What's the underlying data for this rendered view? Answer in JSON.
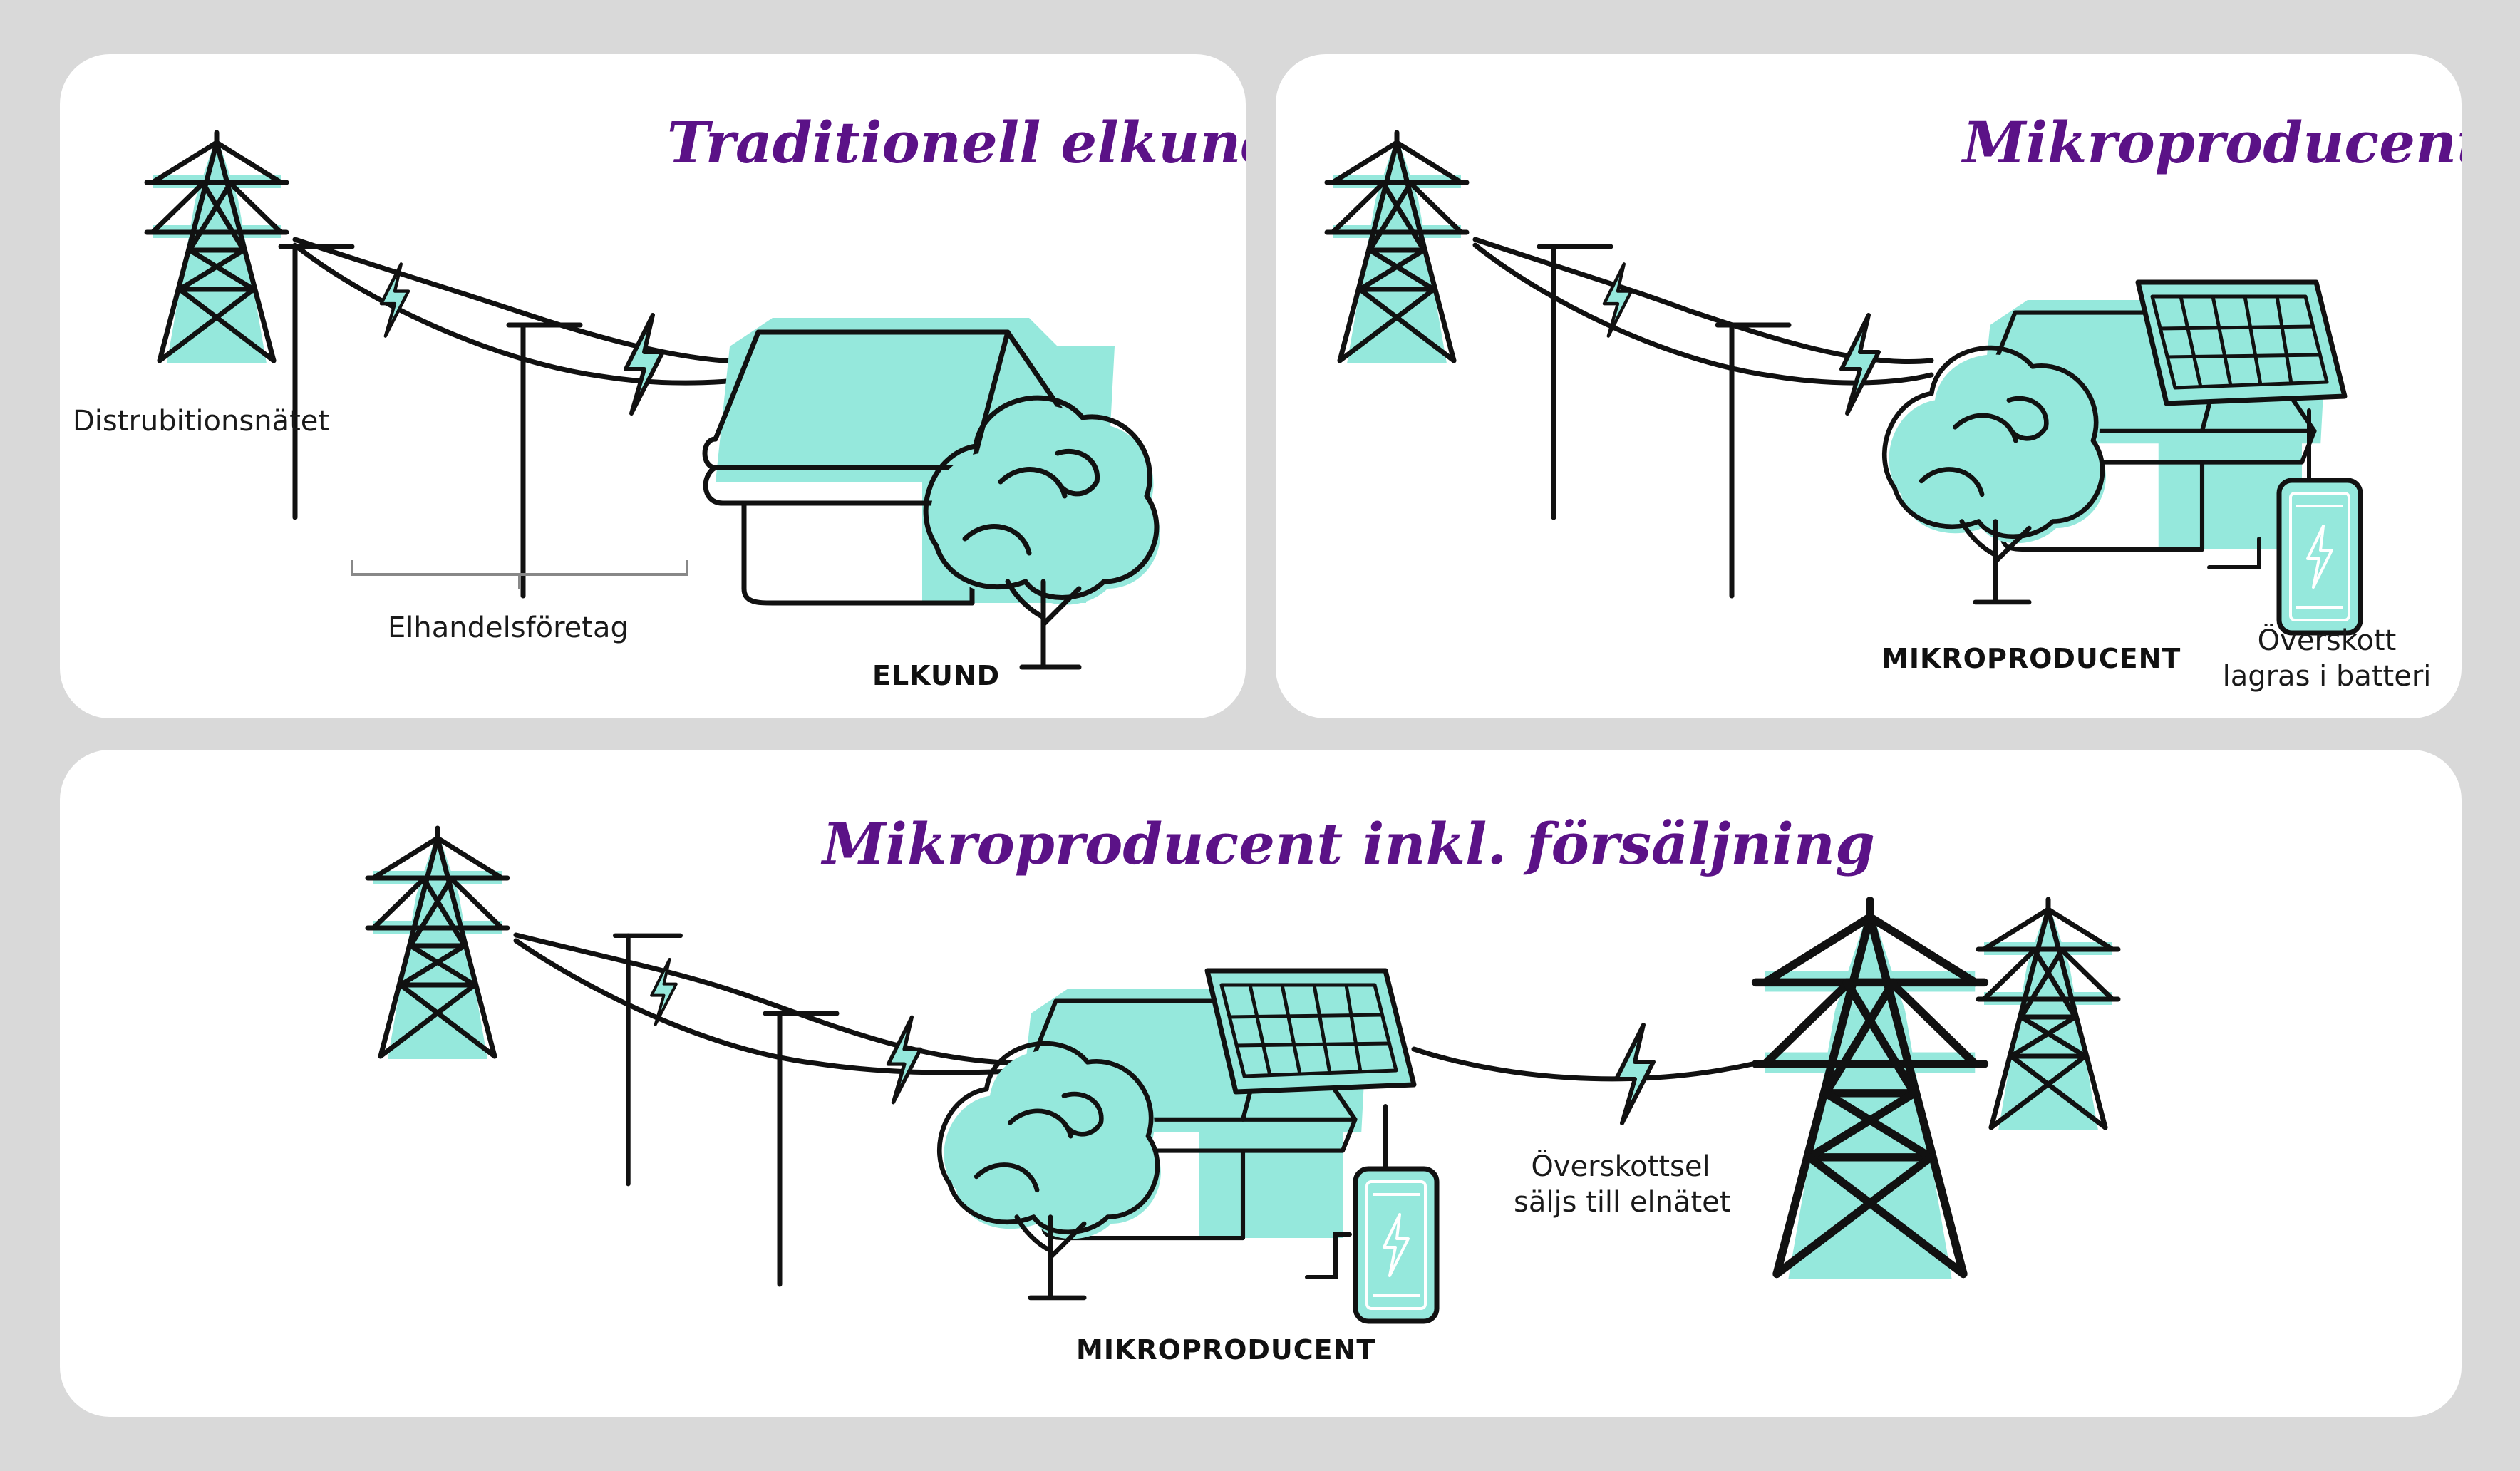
{
  "colors": {
    "background": "#d9d9d9",
    "panel": "#ffffff",
    "title": "#5b1287",
    "accent_mint": "#95e8dc",
    "line": "#111111"
  },
  "panels": {
    "traditional": {
      "title": "Traditionell elkund",
      "grid_label": "Distrubitionsnätet",
      "retailer_label": "Elhandelsföretag",
      "house_caption": "ELKUND"
    },
    "micro": {
      "title": "Mikroproducent",
      "house_caption": "MIKROPRODUCENT",
      "battery_note_line1": "Överskott",
      "battery_note_line2": "lagras i batteri"
    },
    "micro_sales": {
      "title": "Mikroproducent inkl. försäljning",
      "house_caption": "MIKROPRODUCENT",
      "surplus_note_line1": "Överskottsel",
      "surplus_note_line2": "säljs till elnätet"
    }
  }
}
